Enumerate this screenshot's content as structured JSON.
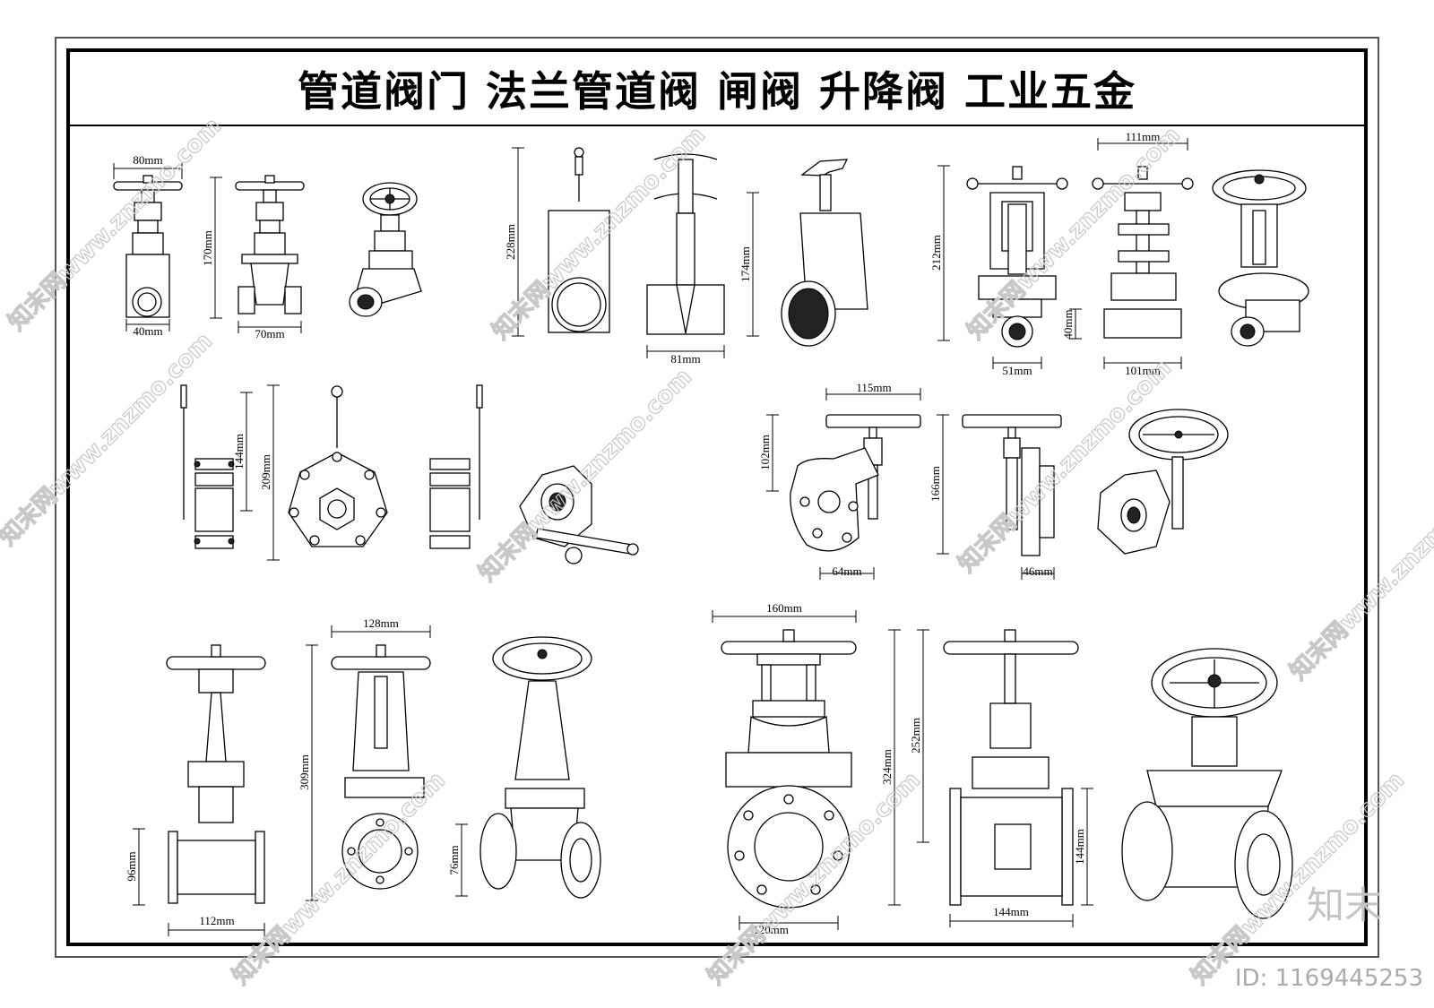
{
  "title": "管道阀门  法兰管道阀  闸阀  升降阀  工业五金",
  "watermark_text": "知末网www.znzmo.com",
  "brand_mark": "知末",
  "id_label": "ID: 1169445253",
  "dimensions": {
    "d80": "80mm",
    "d170": "170mm",
    "d40": "40mm",
    "d70": "70mm",
    "d228": "228mm",
    "d174": "174mm",
    "d81": "81mm",
    "d111": "111mm",
    "d212": "212mm",
    "d40b": "40mm",
    "d51": "51mm",
    "d101": "101mm",
    "d144a": "144mm",
    "d209": "209mm",
    "d115": "115mm",
    "d102": "102mm",
    "d166": "166mm",
    "d64": "64mm",
    "d46": "46mm",
    "d128": "128mm",
    "d309": "309mm",
    "d96": "96mm",
    "d112": "112mm",
    "d76": "76mm",
    "d160": "160mm",
    "d324": "324mm",
    "d252": "252mm",
    "d144b": "144mm",
    "d144c": "144mm",
    "d120": "120mm"
  }
}
